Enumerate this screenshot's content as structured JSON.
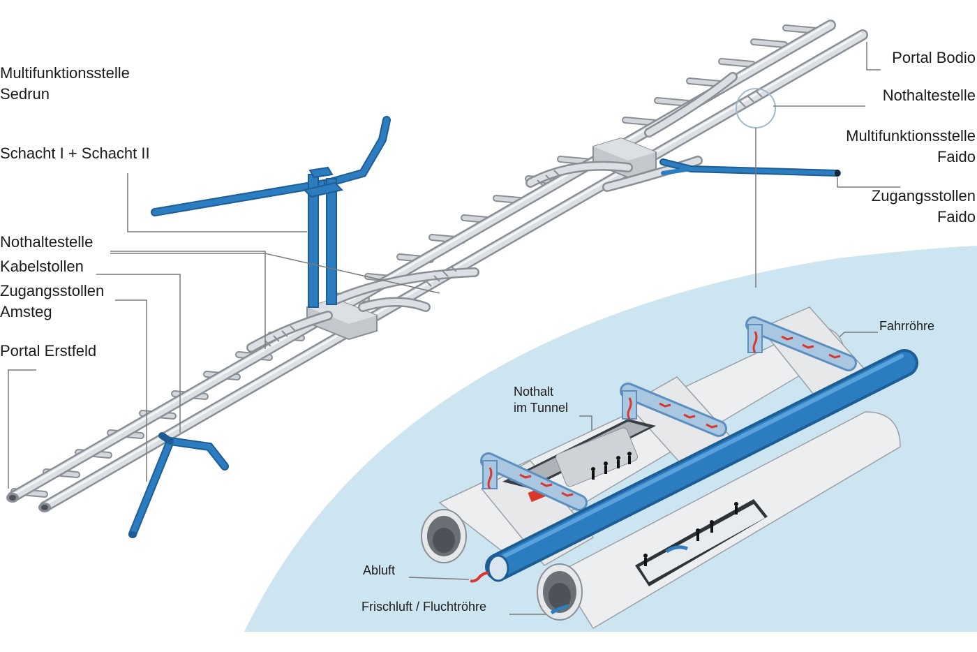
{
  "labels": {
    "multifunktionsstelle_sedrun": [
      "Multifunktionsstelle",
      "Sedrun"
    ],
    "schacht": "Schacht I + Schacht II",
    "nothaltestelle_left": "Nothaltestelle",
    "kabelstollen": "Kabelstollen",
    "zugangsstollen_amsteg": [
      "Zugangsstollen",
      "Amsteg"
    ],
    "portal_erstfeld": "Portal Erstfeld",
    "portal_bodio": "Portal Bodio",
    "nothaltestelle_right": "Nothaltestelle",
    "multifunktionsstelle_faido": [
      "Multifunktionsstelle",
      "Faido"
    ],
    "zugangsstollen_faido": [
      "Zugangsstollen",
      "Faido"
    ],
    "fahrroehre": "Fahrröhre",
    "nothalt_im_tunnel": [
      "Nothalt",
      "im Tunnel"
    ],
    "abluft": "Abluft",
    "frischluft": "Frischluft / Fluchtröhre"
  },
  "colors": {
    "tube_fill": "#d3d6da",
    "tube_edge": "#8a8f96",
    "shaft_blue": "#2c7cc0",
    "shaft_blue_dark": "#1d5d95",
    "inset_bg": "#cde4f1",
    "leader": "#7a7a7a",
    "airflow_red": "#d9362c",
    "airflow_blue": "#2f7fc0"
  }
}
